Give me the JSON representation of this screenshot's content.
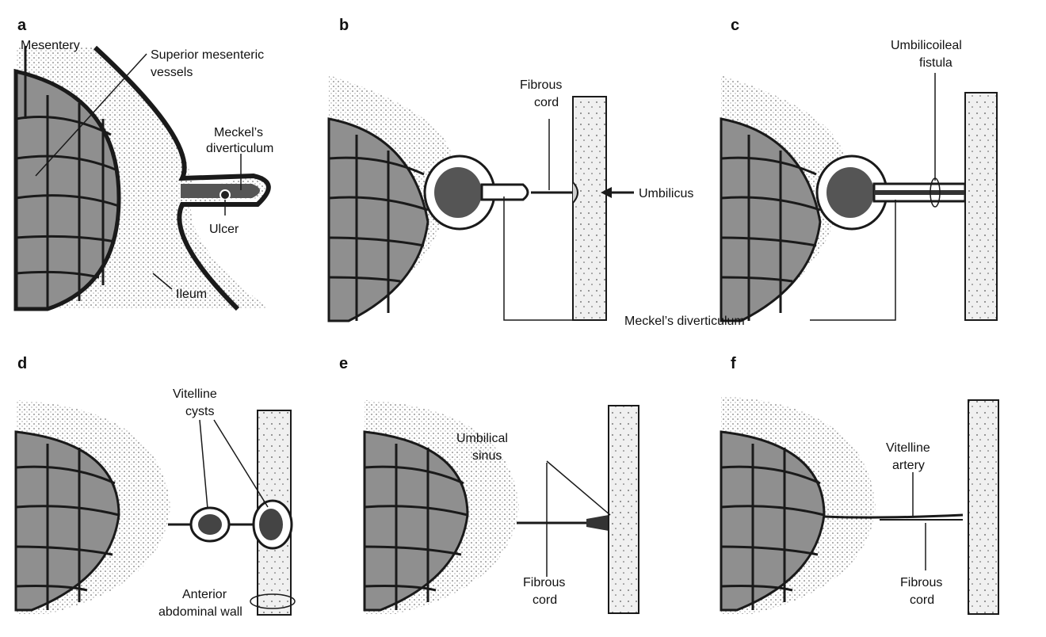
{
  "colors": {
    "ink": "#1a1a1a",
    "tissue": "#8f8f8f",
    "tissue_light": "#cfcfcf",
    "wall": "#e2e2e2",
    "background": "#ffffff"
  },
  "panels": {
    "a": {
      "letter": "a",
      "mesentery": "Mesentery",
      "vessels_1": "Superior mesenteric",
      "vessels_2": "vessels",
      "meckels_1": "Meckel’s",
      "meckels_2": "diverticulum",
      "ulcer": "Ulcer",
      "ileum": "Ileum"
    },
    "b": {
      "letter": "b",
      "fibrous_1": "Fibrous",
      "fibrous_2": "cord",
      "umbilicus": "Umbilicus"
    },
    "c": {
      "letter": "c",
      "fistula_1": "Umbilicoileal",
      "fistula_2": "fistula"
    },
    "shared": {
      "meckels": "Meckel’s diverticulum"
    },
    "d": {
      "letter": "d",
      "cysts_1": "Vitelline",
      "cysts_2": "cysts",
      "wall_1": "Anterior",
      "wall_2": "abdominal wall"
    },
    "e": {
      "letter": "e",
      "sinus_1": "Umbilical",
      "sinus_2": "sinus",
      "fibrous_1": "Fibrous",
      "fibrous_2": "cord"
    },
    "f": {
      "letter": "f",
      "artery_1": "Vitelline",
      "artery_2": "artery",
      "fibrous_1": "Fibrous",
      "fibrous_2": "cord"
    }
  }
}
